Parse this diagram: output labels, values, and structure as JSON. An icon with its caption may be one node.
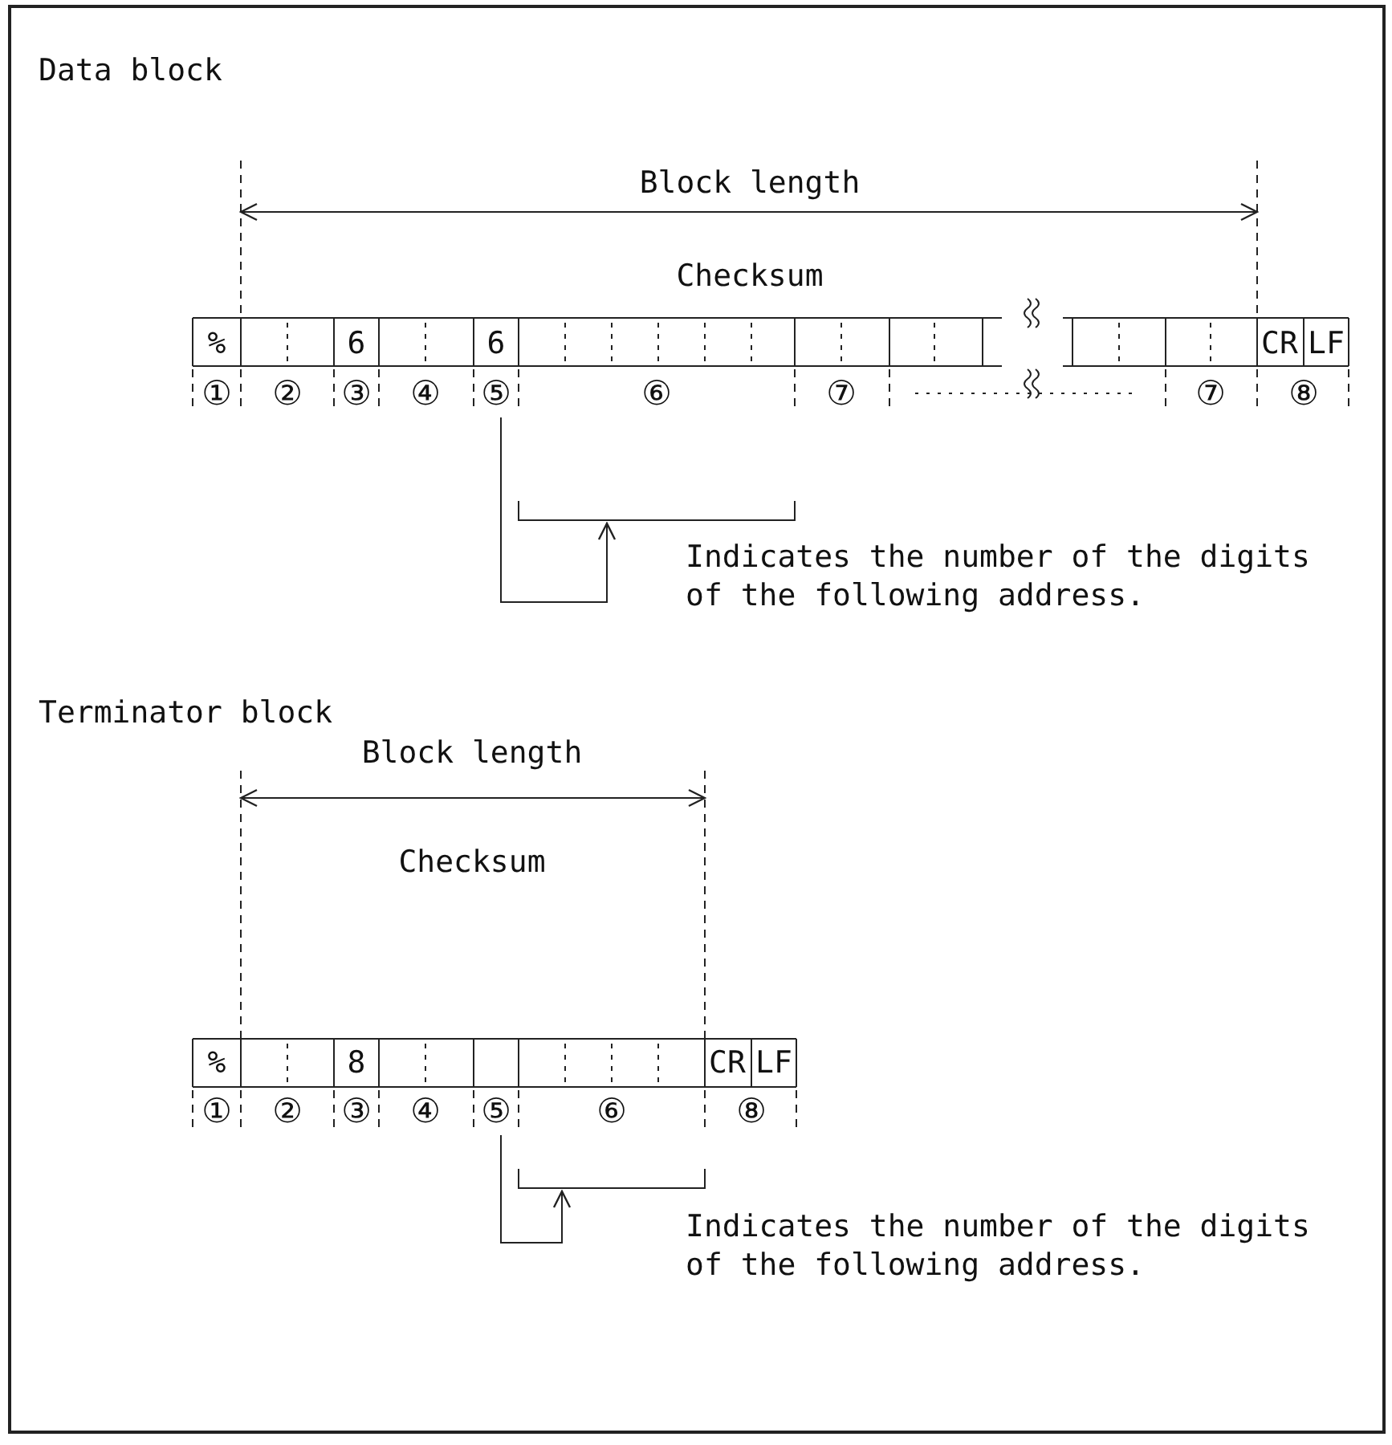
{
  "diagram": {
    "nodes": [
      {
        "text": [
          "⑤"
        ]
      },
      {
        "text": [],
        "shape": "bracket"
      },
      {
        "text": [
          "⑤"
        ]
      },
      {
        "text": [],
        "shape": "bracket"
      }
    ],
    "edges": [
      {
        "from": 0,
        "to": 1,
        "arrow": "to"
      },
      {
        "from": 2,
        "to": 3,
        "arrow": "to"
      }
    ],
    "labels": [
      "Data block",
      "Block length",
      "Checksum",
      "%",
      "6",
      "6",
      "CR",
      "LF",
      "①",
      "②",
      "③",
      "④",
      "⑥",
      "⑦",
      "⑦",
      "⑧",
      "Indicates the number of the digits of the following address.",
      "Terminator block",
      "Block length",
      "Checksum",
      "%",
      "8",
      "CR",
      "LF",
      "①",
      "②",
      "③",
      "④",
      "⑥",
      "⑧",
      "Indicates the number of the digits of the following address."
    ]
  }
}
